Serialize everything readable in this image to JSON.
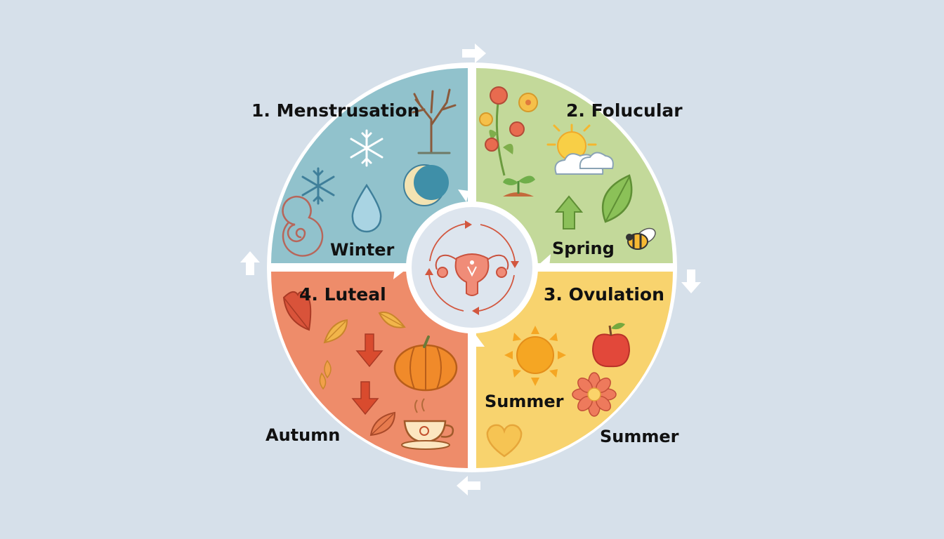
{
  "diagram": {
    "center_icon": "uterus-icon",
    "quadrants": [
      {
        "id": "menstruation",
        "phase_label": "1. Menstrusation",
        "season_label": "Winter",
        "color": "#91c2cc",
        "icons": [
          "bare-tree-icon",
          "snowflake-icon",
          "snowflake-icon",
          "water-drop-icon",
          "crescent-moon-icon",
          "spiral-icon"
        ]
      },
      {
        "id": "follicular",
        "phase_label": "2. Folucular",
        "season_label": "Spring",
        "color": "#c3d99a",
        "icons": [
          "flower-stem-icon",
          "sun-cloud-icon",
          "sprout-icon",
          "up-arrow-icon",
          "leaf-icon",
          "bee-icon"
        ]
      },
      {
        "id": "ovulation",
        "phase_label": "3. Ovulation",
        "season_label": "Summer",
        "outer_label": "Summer",
        "color": "#f8d36e",
        "icons": [
          "sun-icon",
          "apple-icon",
          "flower-icon",
          "heart-icon"
        ]
      },
      {
        "id": "luteal",
        "phase_label": "4. Luteal",
        "outer_label": "Autumn",
        "color": "#ee8c6a",
        "icons": [
          "autumn-leaf-icon",
          "down-arrow-icon",
          "pumpkin-icon",
          "tea-cup-icon"
        ]
      }
    ]
  },
  "colors": {
    "background": "#d6e0ea",
    "ring": "#ffffff",
    "center": "#dde5ee",
    "accent_red": "#d2573f"
  }
}
